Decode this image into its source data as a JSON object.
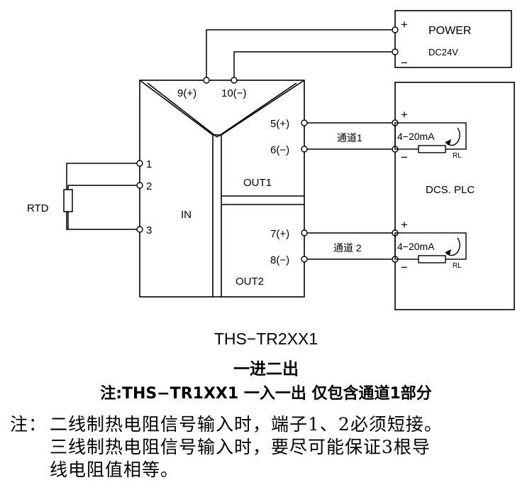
{
  "power": {
    "title": "POWER",
    "voltage": "DC24V",
    "plus": "+",
    "minus": "−"
  },
  "terminals": {
    "t9": "9(+)",
    "t10": "10(−)",
    "t5": "5(+)",
    "t6": "6(−)",
    "t7": "7(+)",
    "t8": "8(−)",
    "t1": "1",
    "t2": "2",
    "t3": "3"
  },
  "module": {
    "in": "IN",
    "out1": "OUT1",
    "out2": "OUT2"
  },
  "sensor": "RTD",
  "channels": [
    {
      "name": "通道1",
      "current": "4−20mA",
      "load": "RL",
      "plus": "+",
      "minus": "−"
    },
    {
      "name": "通道 2",
      "current": "4−20mA",
      "load": "RL",
      "plus": "+",
      "minus": "−"
    }
  ],
  "dcs": "DCS. PLC",
  "captions": {
    "model": "THS−TR2XX1",
    "subtitle": "一进二出",
    "note": "注:THS−TR1XX1 一入一出 仅包含通道1部分"
  },
  "notes": {
    "label": "注：",
    "lines": [
      "二线制热电阻信号输入时，端子1、2必须短接。",
      "三线制热电阻信号输入时，要尽可能保证3根导",
      "线电阻值相等。"
    ]
  }
}
